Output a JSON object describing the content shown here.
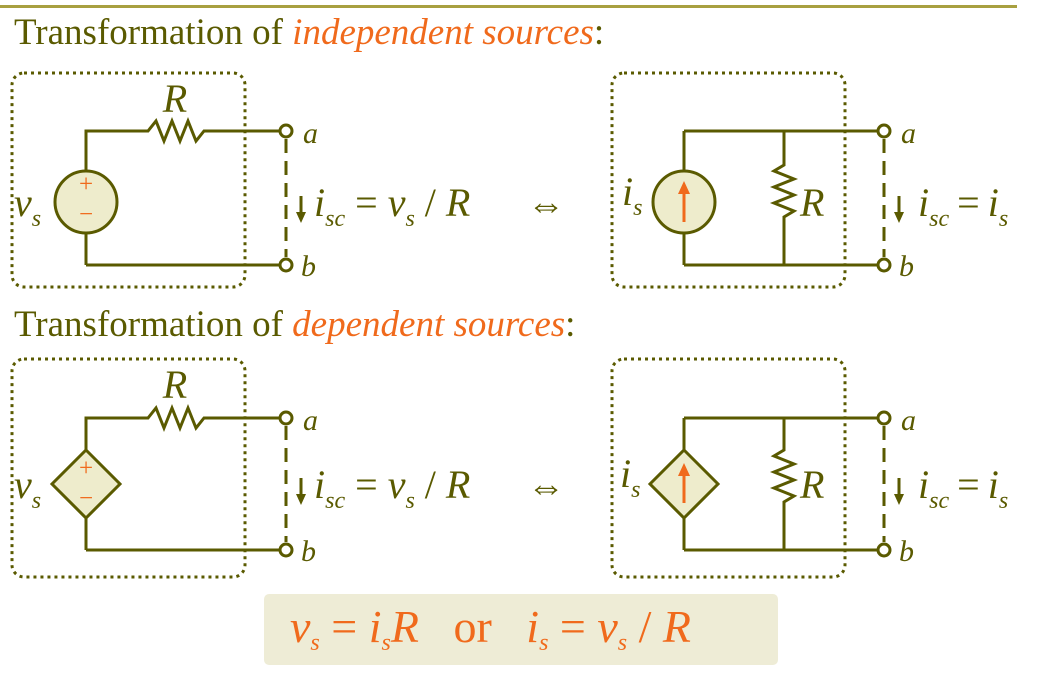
{
  "headings": {
    "independent": {
      "prefix": "Transformation of ",
      "highlight": "independent sources",
      "suffix": ":"
    },
    "dependent": {
      "prefix": "Transformation of ",
      "highlight": "dependent sources",
      "suffix": ":"
    }
  },
  "labels": {
    "R": "R",
    "a": "a",
    "b": "b",
    "v": "v",
    "s": "s",
    "i": "i",
    "sc": "sc",
    "plus": "+",
    "minus": "−",
    "eq": "=",
    "slash": "/",
    "equiv": "⇔"
  },
  "formula": {
    "v": "v",
    "s1": "s",
    "eq1": " = ",
    "i": "i",
    "s2": "s",
    "R1": "R",
    "or": "   or   ",
    "i2": "i",
    "s3": "s",
    "eq2": " = ",
    "v2": "v",
    "s4": "s",
    "div": " / ",
    "R2": "R"
  },
  "colors": {
    "wire": "#5a5a00",
    "accent": "#f06a1c",
    "source_fill": "#eeeccc",
    "box_border": "#5a5a00",
    "formula_bg": "#eeecd6"
  }
}
